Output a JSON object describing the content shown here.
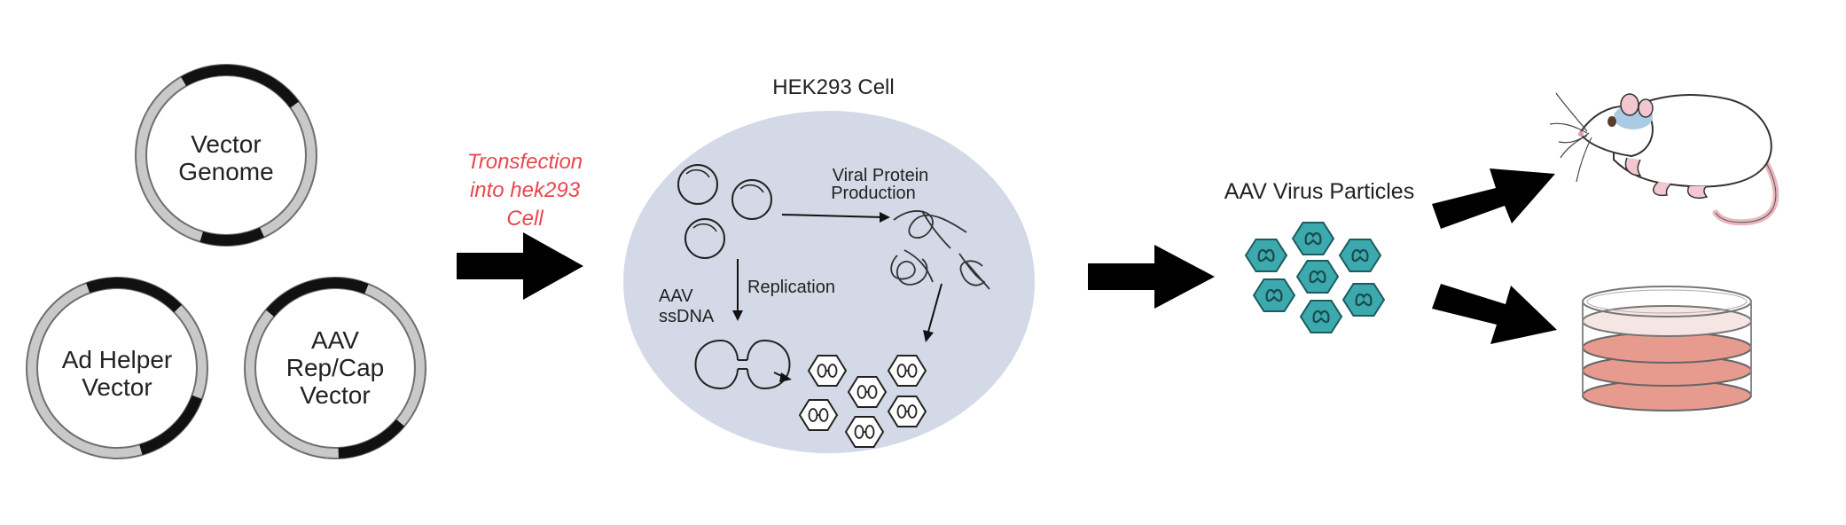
{
  "plasmids": {
    "vector_genome": [
      "Vector",
      "Genome"
    ],
    "ad_helper": [
      "Ad Helper",
      "Vector"
    ],
    "rep_cap": [
      "AAV",
      "Rep/Cap",
      "Vector"
    ]
  },
  "transfection_label": [
    "Tronsfection",
    "into hek293",
    "Cell"
  ],
  "cell": {
    "title": "HEK293 Cell",
    "viral_protein": [
      "Viral Protein",
      "Production"
    ],
    "replication": "Replication",
    "ssdna": [
      "AAV",
      "ssDNA"
    ]
  },
  "particles_label": "AAV Virus Particles",
  "icons": [
    "plasmid-icon",
    "arrow-icon",
    "cell-icon",
    "aav-particle-icon",
    "mouse-icon",
    "cell-culture-dish-icon"
  ],
  "colors": {
    "transfection_text": "#e8474f",
    "cell_fill": "#d3d9e6",
    "particle_fill": "#3ba9ad",
    "dish_fill": "#e79a8e",
    "arrow": "#000000"
  }
}
